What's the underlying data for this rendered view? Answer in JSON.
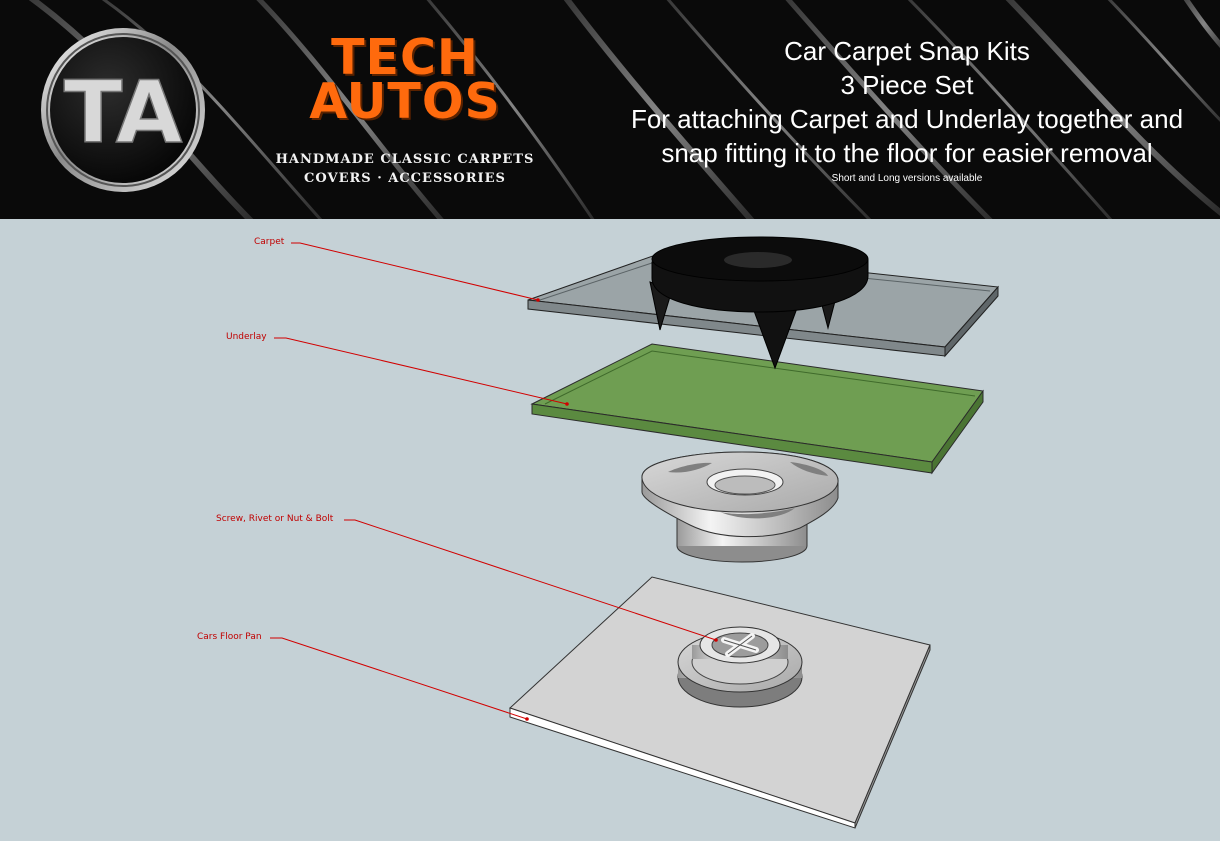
{
  "header": {
    "brand": {
      "logo_monogram": "TA",
      "name_line1": "TECH",
      "name_line2": "AUTOS",
      "tagline_line1": "HANDMADE CLASSIC CARPETS",
      "tagline_line2": "COVERS · ACCESSORIES"
    },
    "title_lines": [
      "Car Carpet Snap Kits",
      "3 Piece Set",
      "For attaching Carpet and Underlay together and",
      "snap fitting it to the floor for easier removal"
    ],
    "note": "Short and Long versions available"
  },
  "diagram": {
    "labels": {
      "carpet": "Carpet",
      "underlay": "Underlay",
      "screw": "Screw, Rivet or Nut & Bolt",
      "floor_pan": "Cars Floor Pan"
    }
  },
  "colors": {
    "background": "#c5d1d6",
    "banner": "#0a0a0a",
    "brand_orange": "#ff6a0d",
    "callout_red": "#c00000",
    "carpet_layer": "#8c9497",
    "underlay_green": "#6f9e52",
    "stud_black": "#0c0c0c",
    "floor_pan": "#d3d3d3"
  }
}
